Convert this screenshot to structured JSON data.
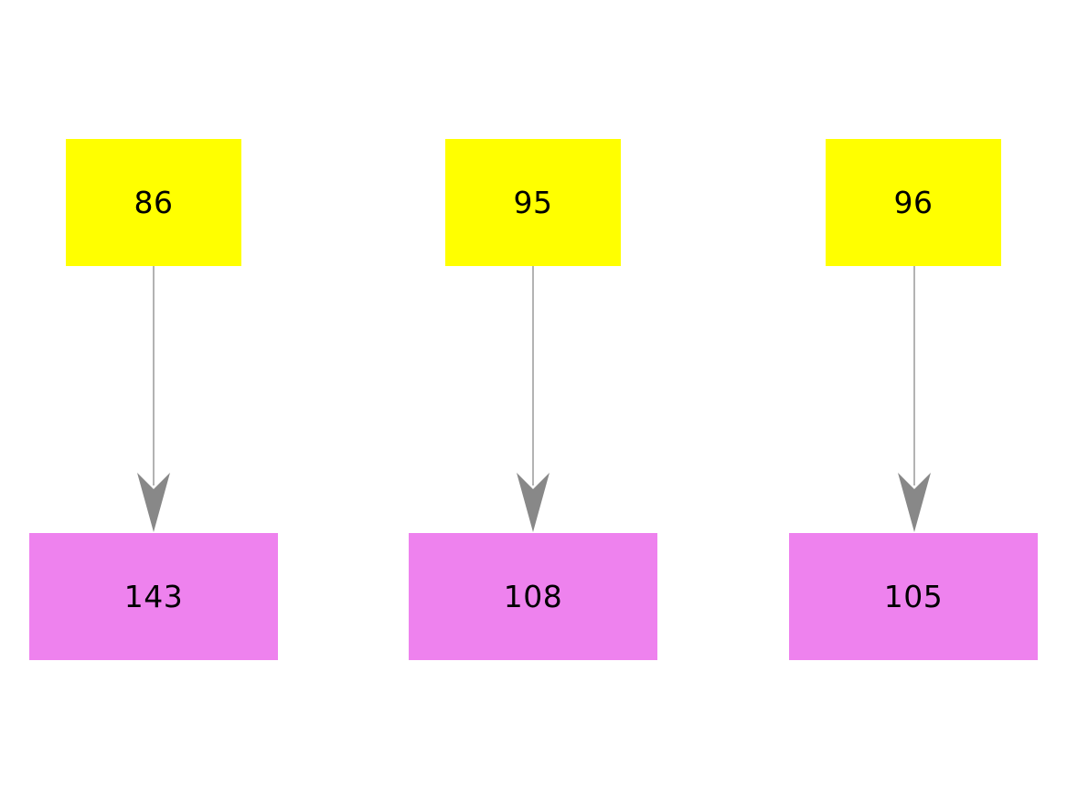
{
  "diagram": {
    "type": "flow-pairs",
    "background_color": "#ffffff",
    "node_text_color": "#000000",
    "source_fill_color": "#ffff00",
    "target_fill_color": "#ee82ee",
    "arrow_line_color": "#b3b3b3",
    "arrow_head_color": "#888888",
    "pairs": [
      {
        "source_value": "86",
        "target_value": "143"
      },
      {
        "source_value": "95",
        "target_value": "108"
      },
      {
        "source_value": "96",
        "target_value": "105"
      }
    ]
  }
}
